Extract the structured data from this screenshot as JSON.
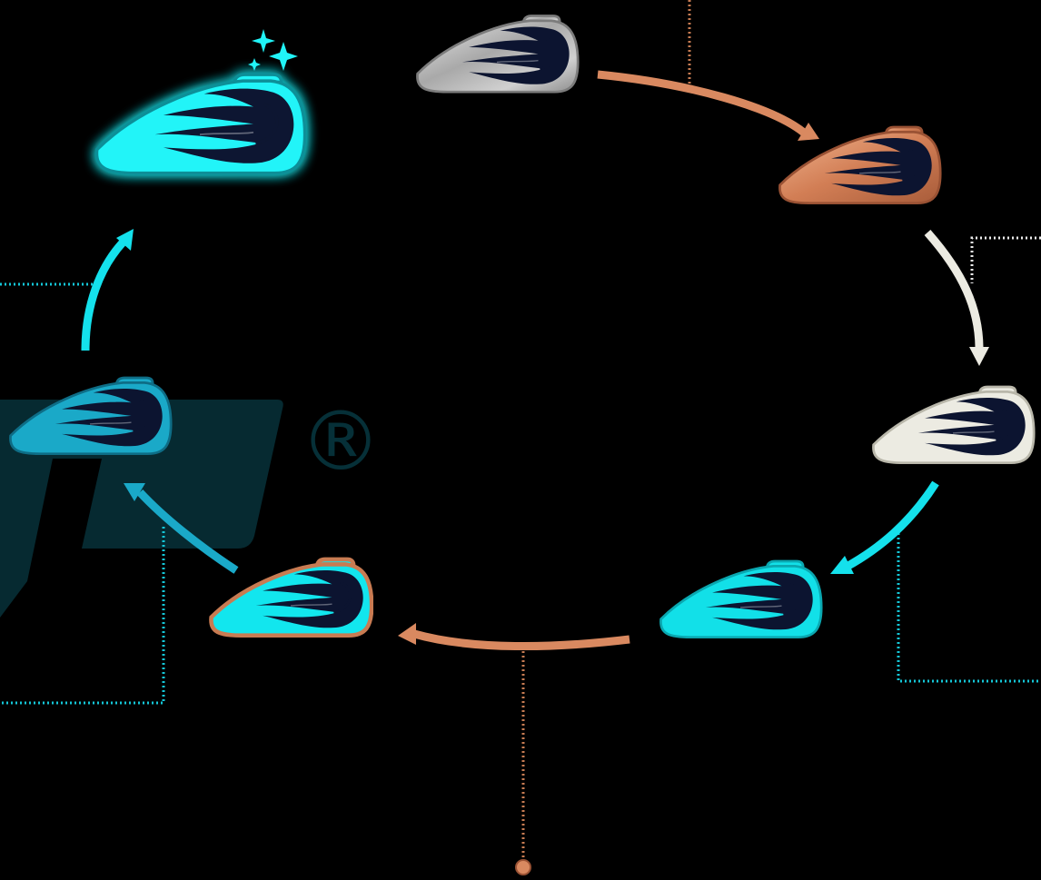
{
  "registered_mark": "®",
  "colors": {
    "background": "#000000",
    "logo_ghost": "#062a31",
    "copper": "#d98960",
    "copper_dark": "#9a5234",
    "chrome": "#b4b4b4",
    "chrome_light": "#dcdcdc",
    "cream": "#ecebe2",
    "cyan": "#12e6ee",
    "cyan_bright": "#20f4f8",
    "teal": "#1aa9c8",
    "flame": "#0c1430",
    "leader_copper": "#c77b52",
    "leader_cyan": "#14c7d8",
    "leader_white": "#ececec"
  },
  "diagram": {
    "tanks": [
      {
        "id": "chrome-tank",
        "body": "#b4b4b4",
        "outline": "#7c7c7c",
        "finish": "chrome"
      },
      {
        "id": "copper-tank",
        "body": "#d98960",
        "outline": "#9a5234",
        "finish": "copper"
      },
      {
        "id": "white-tank",
        "body": "#ecebe2",
        "outline": "#b9b7aa",
        "finish": "cream"
      },
      {
        "id": "cyan-tank-right",
        "body": "#12e0e8",
        "outline": "#0aa7b0",
        "finish": "candy"
      },
      {
        "id": "cyan-tank-copper-edge",
        "body": "#12e6ee",
        "outline": "#c87b52",
        "finish": "candy-over-copper"
      },
      {
        "id": "teal-tank",
        "body": "#1aa9c8",
        "outline": "#0e6d86",
        "finish": "teal"
      },
      {
        "id": "glowing-tank",
        "body": "#20f4f8",
        "outline": "#0a8f98",
        "finish": "glow"
      }
    ],
    "arrows": [
      {
        "id": "chrome-to-copper",
        "color": "#d98960"
      },
      {
        "id": "copper-to-white",
        "color": "#ecebe2"
      },
      {
        "id": "white-to-cyan",
        "color": "#14e1ec"
      },
      {
        "id": "cyan-to-copper-edge",
        "color": "#d98960"
      },
      {
        "id": "copper-edge-to-teal",
        "color": "#1aa9c8"
      },
      {
        "id": "teal-to-glow",
        "color": "#14e1ec"
      }
    ],
    "leaders": [
      {
        "id": "leader-top",
        "color": "#c77b52"
      },
      {
        "id": "leader-right-upper",
        "color": "#ececec"
      },
      {
        "id": "leader-right-lower",
        "color": "#14c7d8"
      },
      {
        "id": "leader-bottom",
        "color": "#c77b52"
      },
      {
        "id": "leader-left-lower",
        "color": "#14c7d8"
      },
      {
        "id": "leader-left-upper",
        "color": "#14c7d8"
      }
    ]
  }
}
